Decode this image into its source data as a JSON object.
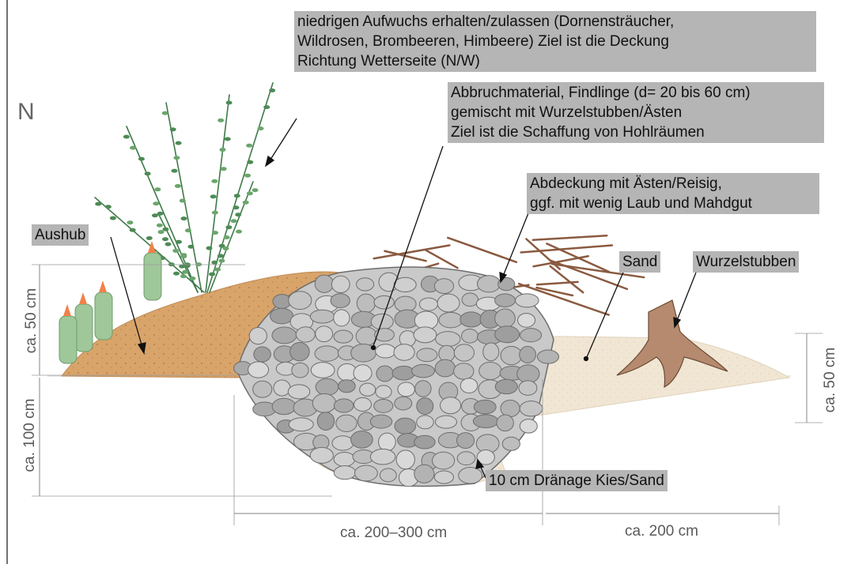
{
  "north_label": "N",
  "labels": {
    "vegetation": "niedrigen Aufwuchs erhalten/zulassen (Dornensträucher,\nWildrosen, Brombeeren, Himbeere) Ziel ist die Deckung\nRichtung Wetterseite (N/W)",
    "rubble": "Abbruchmaterial, Findlinge (d= 20 bis 60 cm)\ngemischt mit Wurzelstubben/Ästen\nZiel ist die Schaffung von Hohlräumen",
    "cover": "Abdeckung mit Ästen/Reisig,\nggf. mit wenig Laub und Mahdgut",
    "aushub": "Aushub",
    "sand": "Sand",
    "stump": "Wurzelstubben",
    "drainage": "10 cm Dränage Kies/Sand"
  },
  "dimensions": {
    "left_height_top": "ca. 50 cm",
    "left_height_bottom": "ca. 100 cm",
    "right_height": "ca. 50 cm",
    "width_pile": "ca. 200–300 cm",
    "width_sand": "ca. 200 cm"
  },
  "colors": {
    "label_bg": "#b5b5b5",
    "soil": "#d8a46a",
    "sand": "#f1e6d4",
    "stone": "#c9c9c9",
    "stone_edge": "#6d6d6d",
    "plant": "#4d8a55",
    "branch": "#8a5a40",
    "flower": "#f0824a",
    "dim_line": "#9a9a9a"
  }
}
